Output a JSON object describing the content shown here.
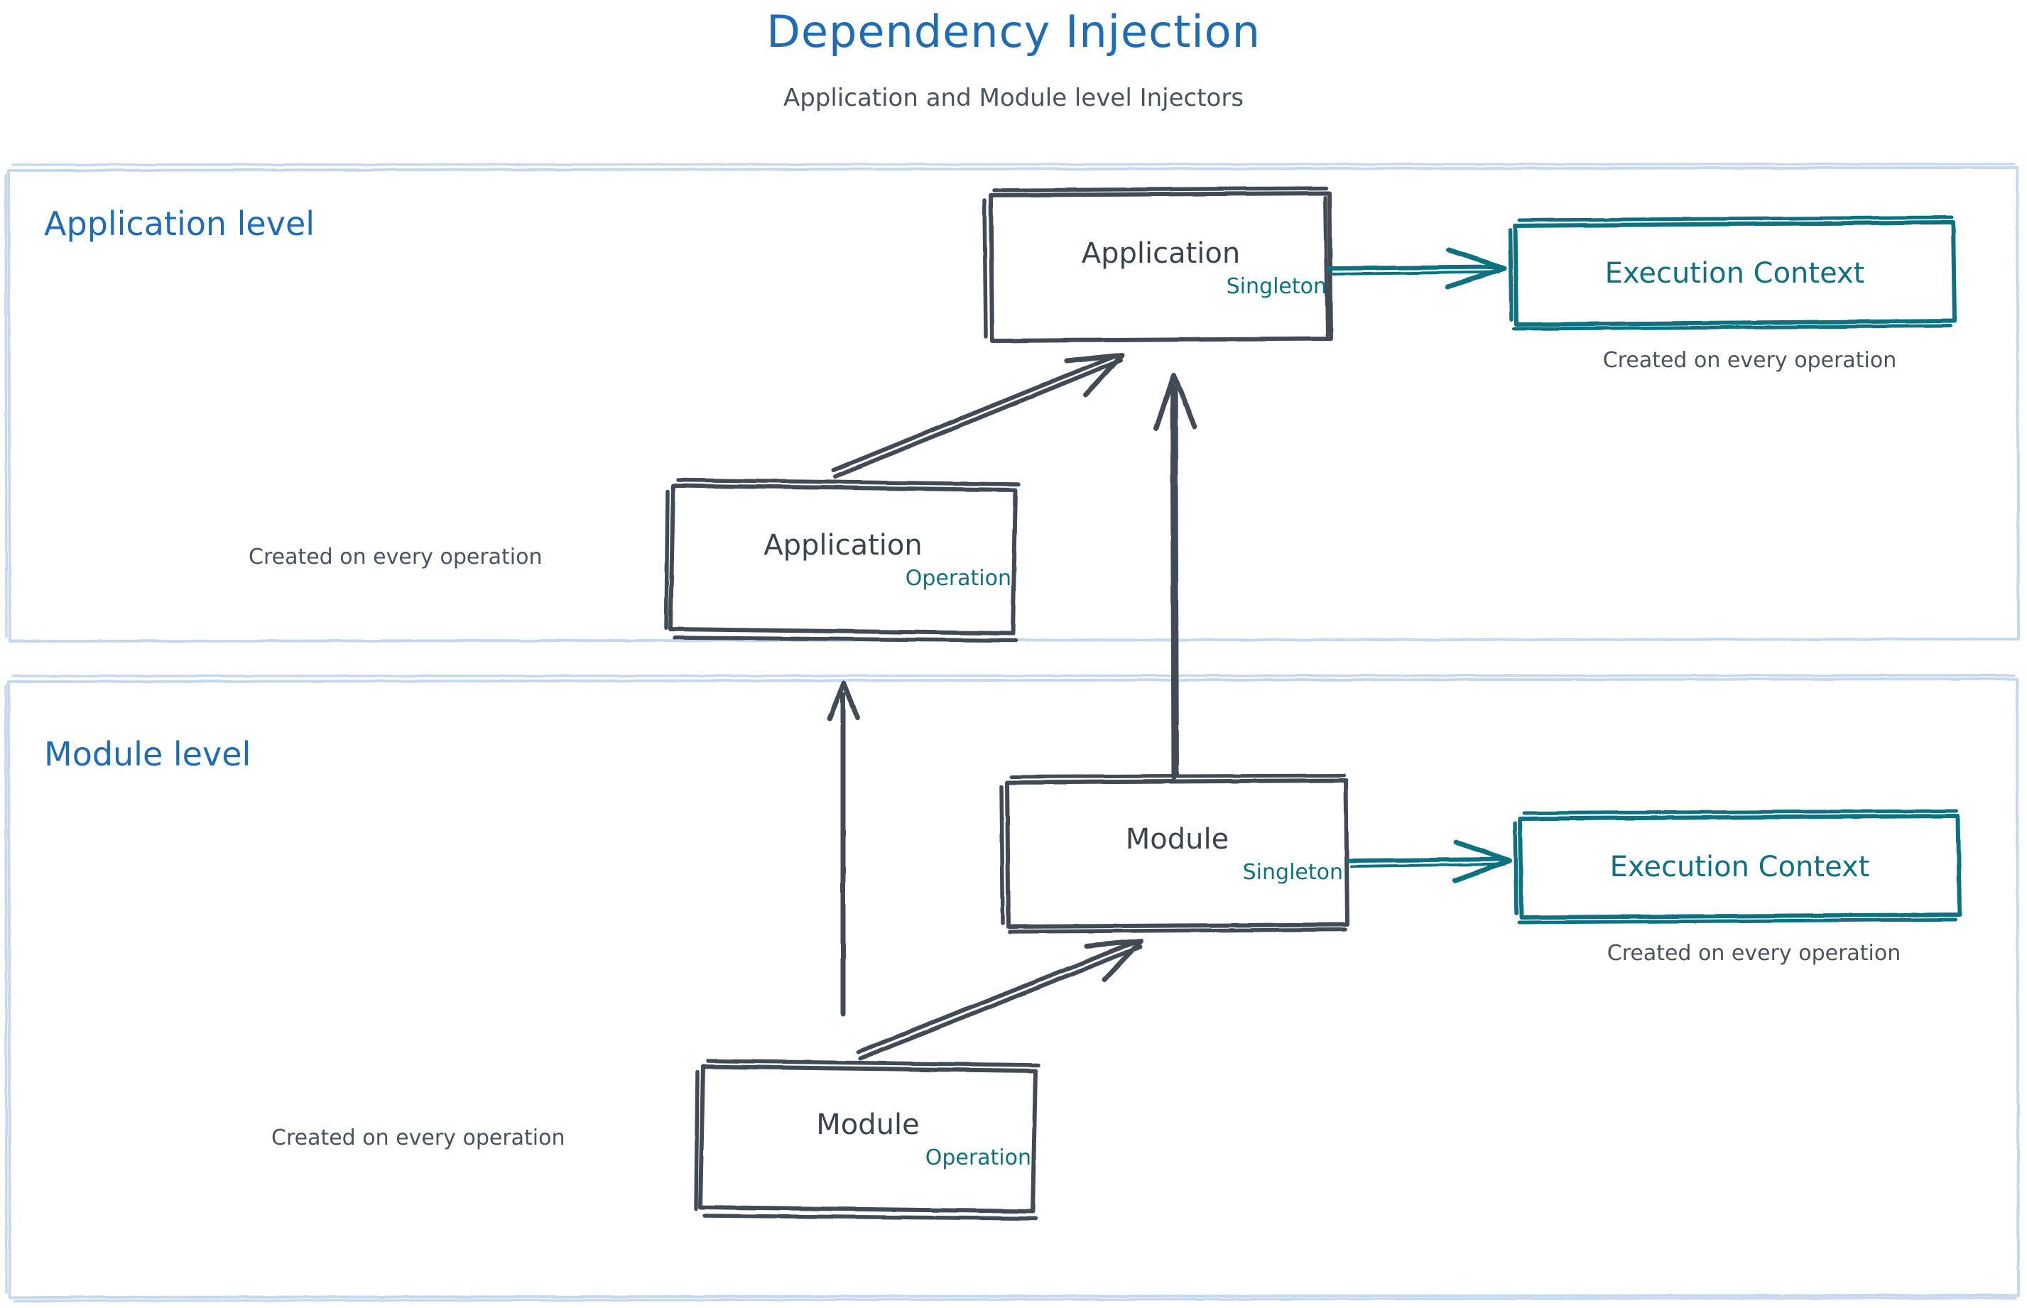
{
  "header": {
    "title": "Dependency Injection",
    "subtitle": "Application and Module level Injectors"
  },
  "colors": {
    "title_blue": "#1f6cb4",
    "zone_border_blue": "#c5d8ee",
    "ink_gray": "#3b434c",
    "caption_gray": "#4a525c",
    "teal": "#0e7180"
  },
  "zones": [
    {
      "label": "Application level"
    },
    {
      "label": "Module level"
    }
  ],
  "application_level": {
    "zone_label": "Application level",
    "singleton_box": {
      "title": "Application",
      "scope": "Singleton"
    },
    "operation_box": {
      "title": "Application",
      "scope": "Operation"
    },
    "execution_context": {
      "title": "Execution Context"
    },
    "execution_context_caption": "Created on every operation",
    "operation_caption": "Created on every operation"
  },
  "module_level": {
    "zone_label": "Module level",
    "singleton_box": {
      "title": "Module",
      "scope": "Singleton"
    },
    "operation_box": {
      "title": "Module",
      "scope": "Operation"
    },
    "execution_context": {
      "title": "Execution Context"
    },
    "execution_context_caption": "Created on every operation",
    "operation_caption": "Created on every operation"
  },
  "edges": [
    {
      "name": "application-singleton-to-execution-context",
      "style": "teal-arrow"
    },
    {
      "name": "application-operation-to-application-singleton",
      "style": "gray-arrow"
    },
    {
      "name": "module-singleton-to-application-singleton",
      "style": "gray-arrow"
    },
    {
      "name": "module-singleton-to-execution-context",
      "style": "teal-arrow"
    },
    {
      "name": "module-operation-to-module-singleton",
      "style": "gray-arrow"
    },
    {
      "name": "module-operation-to-application-operation",
      "style": "gray-arrow"
    }
  ]
}
